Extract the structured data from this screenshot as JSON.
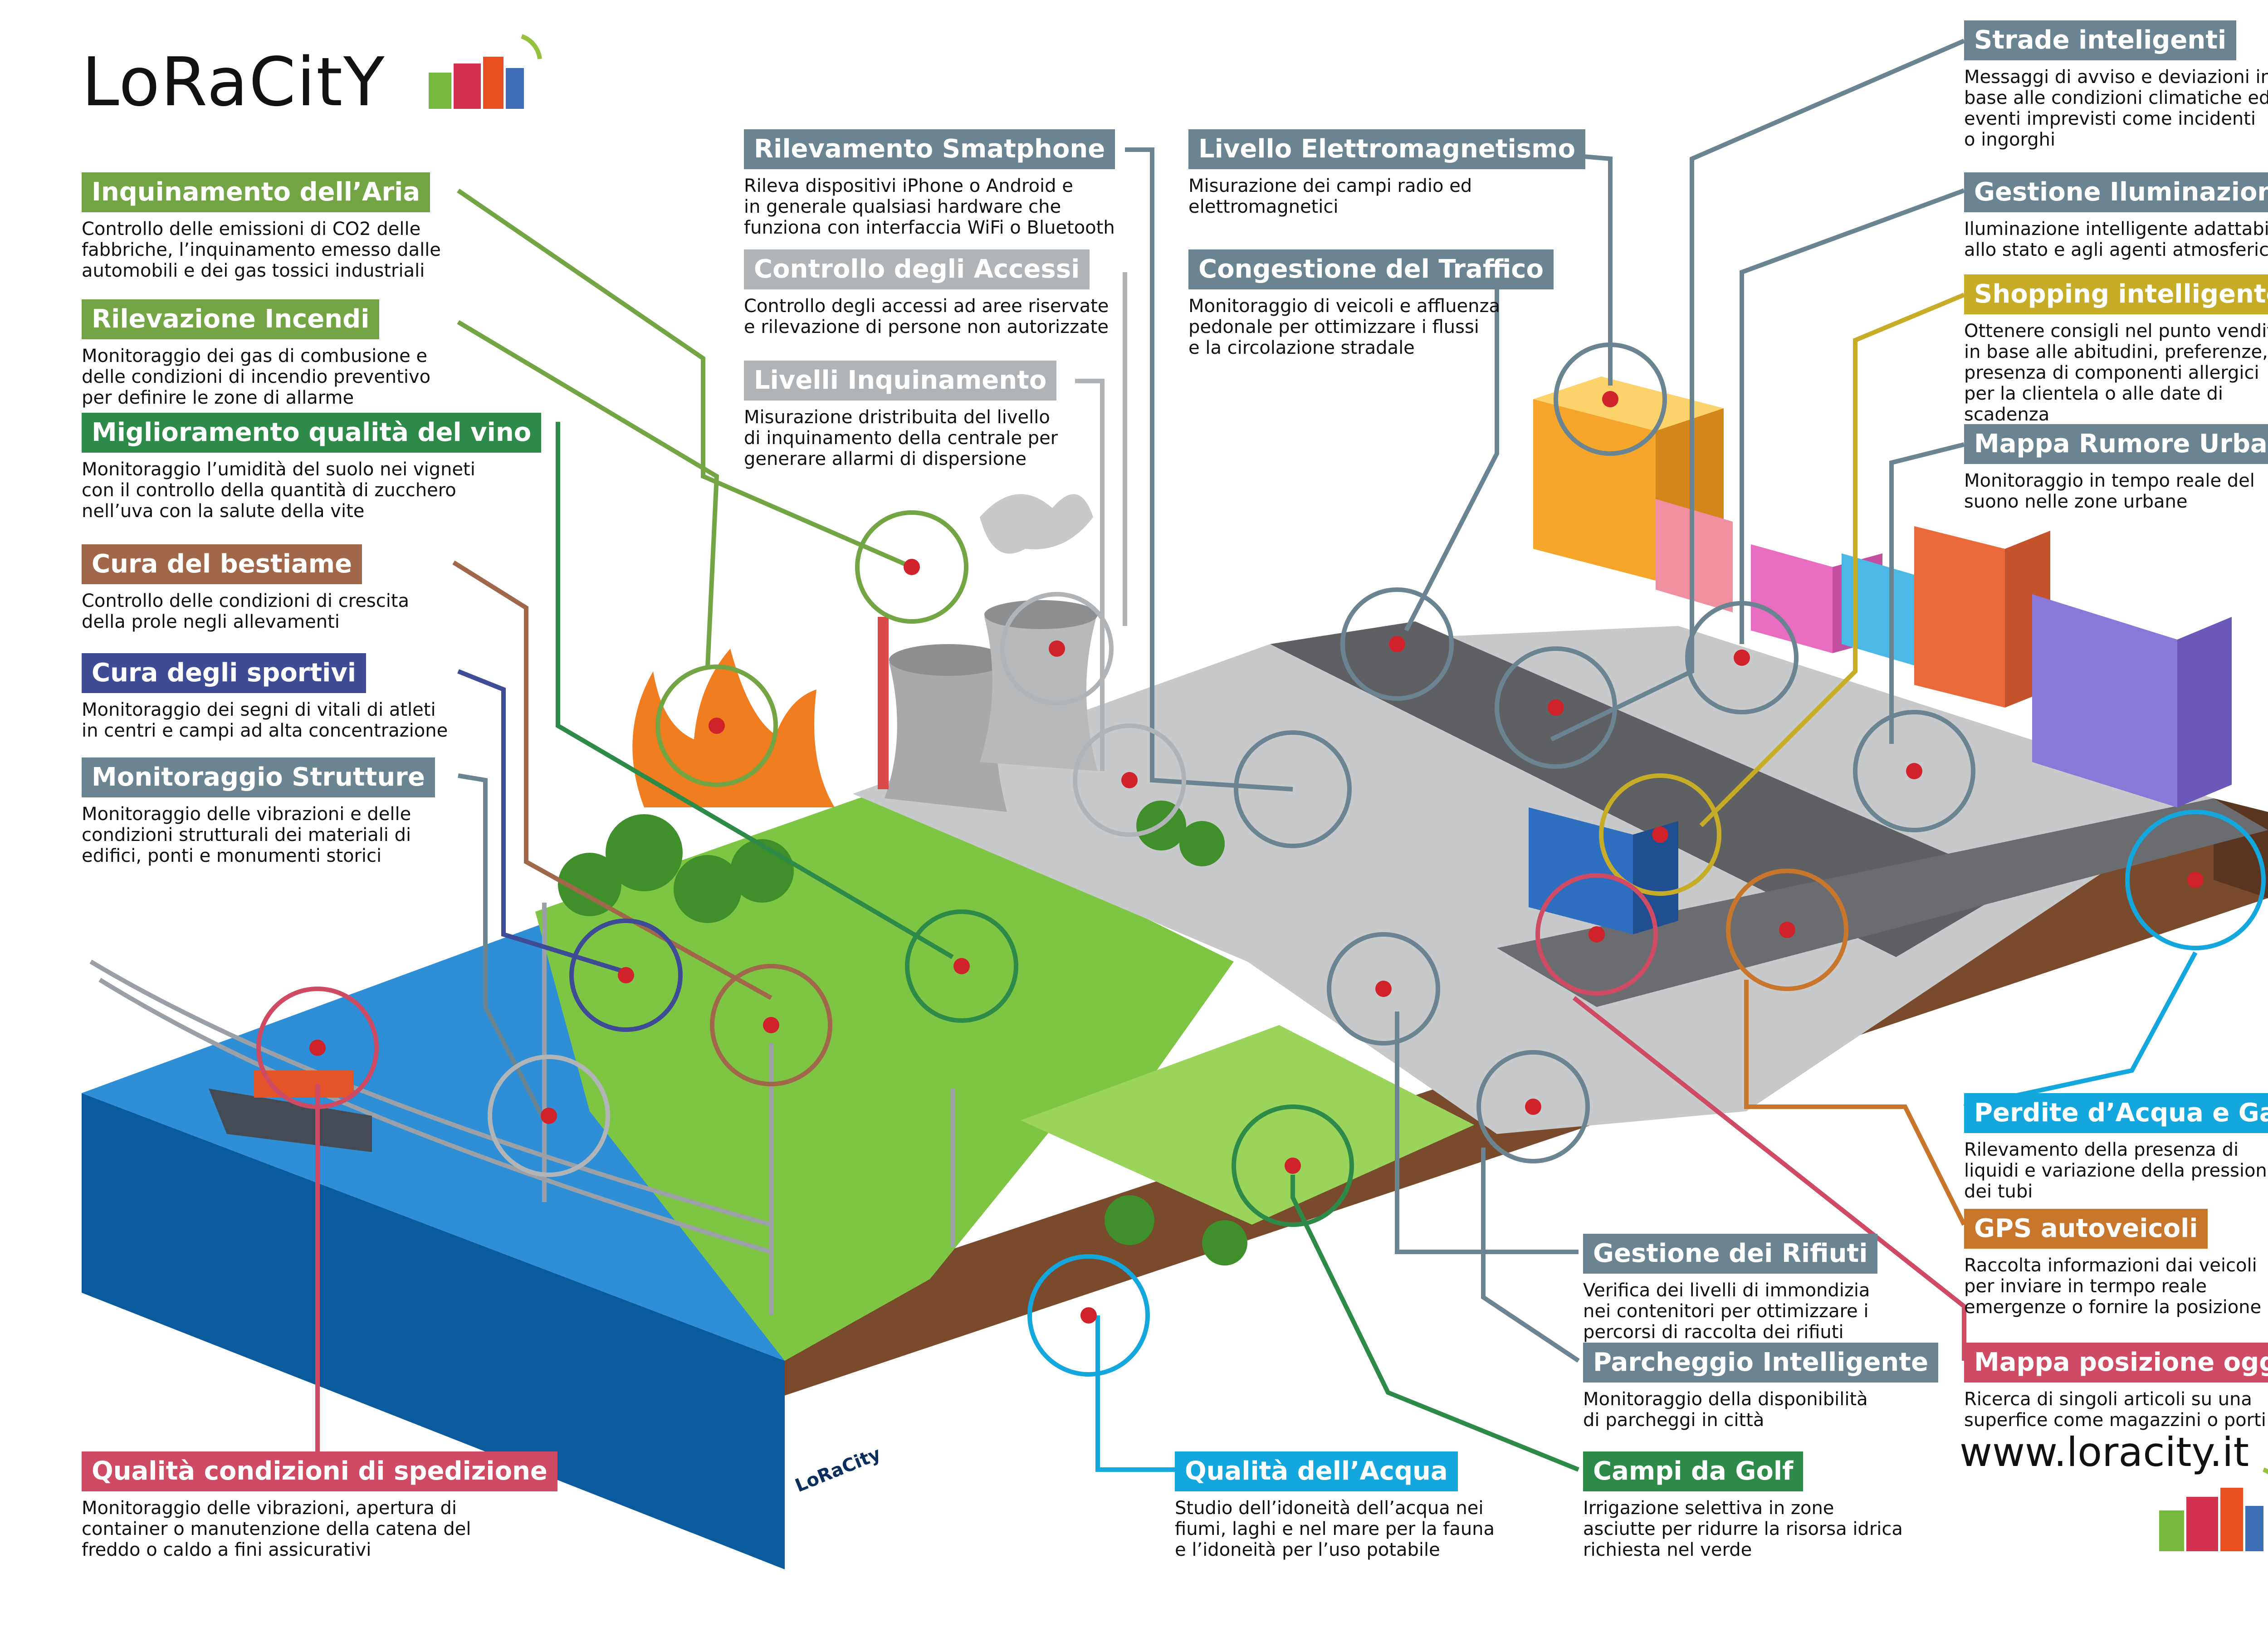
{
  "brand": {
    "name": "LoRaCitY",
    "website": "www.loracity.it",
    "island_logo": "LoRaCity"
  },
  "colors": {
    "green": "#73a545",
    "darkgreen": "#2e8a49",
    "brown": "#a0674b",
    "navy": "#3e4c96",
    "slate": "#6a8591",
    "lightgray": "#b0b4b6",
    "red": "#cf4a63",
    "cyan": "#14a7de",
    "orange": "#c8762c",
    "gold": "#c7ac27"
  },
  "callouts": [
    {
      "id": "aria",
      "title": "Inquinamento dell’Aria",
      "color": "green",
      "desc": [
        "Controllo delle emissioni di CO2 delle",
        "fabbriche, l’inquinamento emesso dalle",
        "automobili e dei gas tossici industriali"
      ]
    },
    {
      "id": "incendi",
      "title": "Rilevazione Incendi",
      "color": "green",
      "desc": [
        "Monitoraggio dei gas di combusione e",
        "delle condizioni di incendio preventivo",
        "per definire le zone di allarme"
      ]
    },
    {
      "id": "vino",
      "title": "Miglioramento qualità del vino",
      "color": "darkgreen",
      "desc": [
        "Monitoraggio l’umidità del suolo nei vigneti",
        "con il controllo della quantità di zucchero",
        "nell’uva con la salute della vite"
      ]
    },
    {
      "id": "bestiame",
      "title": "Cura del bestiame",
      "color": "brown",
      "desc": [
        "Controllo delle condizioni di crescita",
        "della prole negli allevamenti"
      ]
    },
    {
      "id": "sportivi",
      "title": "Cura degli sportivi",
      "color": "navy",
      "desc": [
        "Monitoraggio dei segni di vitali di atleti",
        "in centri e campi ad alta concentrazione"
      ]
    },
    {
      "id": "strutture",
      "title": "Monitoraggio Strutture",
      "color": "slate",
      "desc": [
        "Monitoraggio delle vibrazioni e delle",
        "condizioni strutturali dei materiali di",
        "edifici, ponti e monumenti storici"
      ]
    },
    {
      "id": "spedizione",
      "title": "Qualità condizioni di spedizione",
      "color": "red",
      "desc": [
        "Monitoraggio delle vibrazioni, apertura di",
        "container o manutenzione della catena del",
        "freddo o caldo a fini assicurativi"
      ]
    },
    {
      "id": "smartphone",
      "title": "Rilevamento Smatphone",
      "color": "slate",
      "desc": [
        "Rileva dispositivi iPhone o Android e",
        "in generale qualsiasi hardware che",
        "funziona con interfaccia WiFi o Bluetooth"
      ]
    },
    {
      "id": "accessi",
      "title": "Controllo degli Accessi",
      "color": "lightgray",
      "desc": [
        "Controllo degli accessi ad aree riservate",
        "e rilevazione di persone non autorizzate"
      ]
    },
    {
      "id": "livinq",
      "title": "Livelli Inquinamento",
      "color": "lightgray",
      "desc": [
        "Misurazione dristribuita del livello",
        "di inquinamento della centrale per",
        "generare allarmi di dispersione"
      ]
    },
    {
      "id": "elettro",
      "title": "Livello Elettromagnetismo",
      "color": "slate",
      "desc": [
        "Misurazione dei campi radio ed",
        "elettromagnetici"
      ]
    },
    {
      "id": "traffico",
      "title": "Congestione del Traffico",
      "color": "slate",
      "desc": [
        "Monitoraggio di veicoli e affluenza",
        "pedonale per ottimizzare i flussi",
        "e la circolazione stradale"
      ]
    },
    {
      "id": "strade",
      "title": "Strade inteligenti",
      "color": "slate",
      "desc": [
        "Messaggi di avviso e deviazioni in",
        "base alle condizioni climatiche ed",
        "eventi imprevisti come incidenti",
        "o ingorghi"
      ]
    },
    {
      "id": "illuminazione",
      "title": "Gestione Iluminazione",
      "color": "slate",
      "desc": [
        "Iluminazione intelligente adattabile",
        "allo stato e agli agenti atmosferici"
      ]
    },
    {
      "id": "shopping",
      "title": "Shopping intelligente",
      "color": "gold",
      "desc": [
        "Ottenere consigli nel punto vendita",
        "in base alle abitudini, preferenze,",
        "presenza di componenti allergici",
        "per la clientela o alle date di",
        "scadenza"
      ]
    },
    {
      "id": "rumore",
      "title": "Mappa Rumore Urbano",
      "color": "slate",
      "desc": [
        "Monitoraggio in tempo reale del",
        "suono nelle zone urbane"
      ]
    },
    {
      "id": "perdite",
      "title": "Perdite d’Acqua e Gas",
      "color": "cyan",
      "desc": [
        "Rilevamento della presenza di",
        "liquidi e variazione della pressione",
        "dei tubi"
      ]
    },
    {
      "id": "gps",
      "title": "GPS autoveicoli",
      "color": "orange",
      "desc": [
        "Raccolta informazioni dai veicoli",
        "per inviare in termpo reale",
        "emergenze o fornire la posizione"
      ]
    },
    {
      "id": "oggetti",
      "title": "Mappa posizione oggetti",
      "color": "red",
      "desc": [
        "Ricerca di singoli articoli su una",
        "superfice come magazzini o porti"
      ]
    },
    {
      "id": "rifiuti",
      "title": "Gestione dei Rifiuti",
      "color": "slate",
      "desc": [
        "Verifica dei livelli di immondizia",
        "nei contenitori per ottimizzare i",
        "percorsi di raccolta dei rifiuti"
      ]
    },
    {
      "id": "parcheggio",
      "title": "Parcheggio Intelligente",
      "color": "slate",
      "desc": [
        "Monitoraggio della disponibilità",
        "di parcheggi in città"
      ]
    },
    {
      "id": "golf",
      "title": "Campi da Golf",
      "color": "darkgreen",
      "desc": [
        "Irrigazione selettiva in zone",
        "asciutte per ridurre la risorsa idrica",
        "richiesta nel verde"
      ]
    },
    {
      "id": "acqua",
      "title": "Qualità dell’Acqua",
      "color": "cyan",
      "desc": [
        "Studio dell’idoneità dell’acqua nei",
        "fiumi, laghi e nel mare per la fauna",
        "e l’idoneità per l’uso potabile"
      ]
    }
  ]
}
